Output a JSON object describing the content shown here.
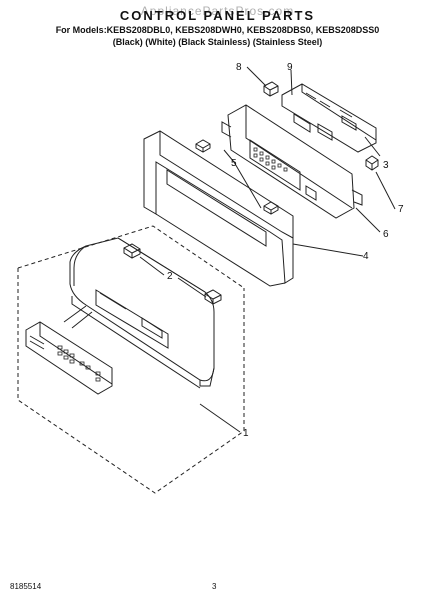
{
  "header": {
    "watermark": "AppliancePartsPros.com",
    "title": "CONTROL PANEL PARTS",
    "models_line": "For Models:KEBS208DBL0, KEBS208DWH0, KEBS208DBS0, KEBS208DSS0",
    "finishes_line": "(Black)            (White)     (Black Stainless) (Stainless Steel)"
  },
  "callouts": [
    "1",
    "2",
    "3",
    "4",
    "5",
    "6",
    "7",
    "8",
    "9"
  ],
  "footer": {
    "part_number": "8185514",
    "page": "3"
  }
}
